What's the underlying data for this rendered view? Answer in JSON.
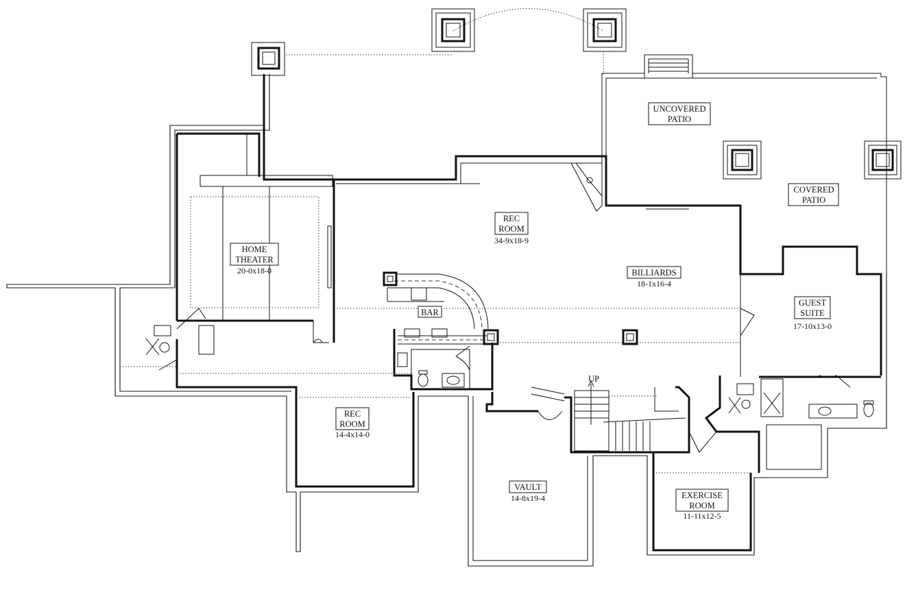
{
  "rooms": [
    {
      "key": "uncovered_patio",
      "lines": [
        "UNCOVERED",
        "PATIO"
      ],
      "dim": ""
    },
    {
      "key": "covered_patio",
      "lines": [
        "COVERED",
        "PATIO"
      ],
      "dim": ""
    },
    {
      "key": "rec_room_main",
      "lines": [
        "REC",
        "ROOM"
      ],
      "dim": "34-9x18-9"
    },
    {
      "key": "home_theater",
      "lines": [
        "HOME",
        "THEATER"
      ],
      "dim": "20-0x18-0"
    },
    {
      "key": "billiards",
      "lines": [
        "BILLIARDS"
      ],
      "dim": "18-1x16-4"
    },
    {
      "key": "guest_suite",
      "lines": [
        "GUEST",
        "SUITE"
      ],
      "dim": "17-10x13-0"
    },
    {
      "key": "bar",
      "lines": [
        "BAR"
      ],
      "dim": ""
    },
    {
      "key": "rec_room_small",
      "lines": [
        "REC",
        "ROOM"
      ],
      "dim": "14-4x14-0"
    },
    {
      "key": "vault",
      "lines": [
        "VAULT"
      ],
      "dim": "14-8x19-4"
    },
    {
      "key": "exercise_room",
      "lines": [
        "EXERCISE",
        "ROOM"
      ],
      "dim": "11-11x12-5"
    }
  ],
  "stairs": {
    "label": "UP"
  }
}
